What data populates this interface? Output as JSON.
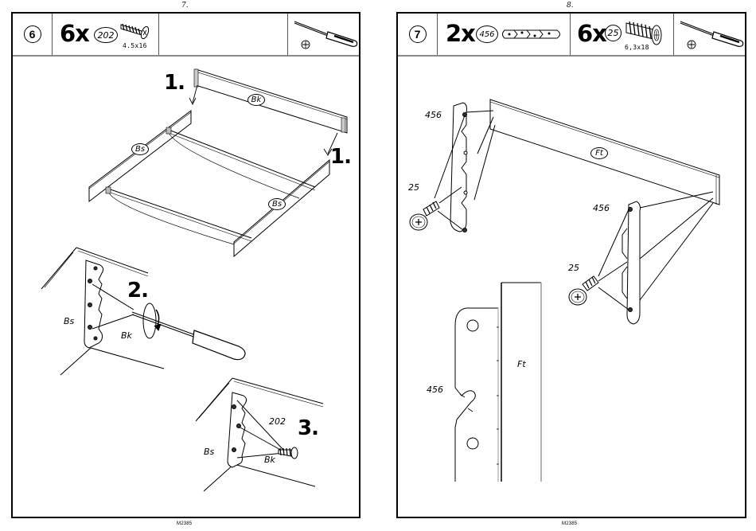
{
  "document": "furniture assembly instructions",
  "pages": [
    {
      "page_number": "7.",
      "footer_code": "M2385",
      "header": {
        "step_number": "6",
        "parts": [
          {
            "quantity": "6x",
            "part_id": "202",
            "part_type": "wood-screw",
            "dimension": "4.5x16"
          }
        ],
        "tool": {
          "name": "phillips-screwdriver",
          "bit": "phillips-cross"
        }
      },
      "illustrations": {
        "frame": {
          "labels": {
            "back_panel": "Bk",
            "side_panel_left": "Bs",
            "side_panel_right": "Bs"
          },
          "substep_markers": [
            "1.",
            "1."
          ]
        },
        "detail_2": {
          "substep": "2.",
          "labels": {
            "side": "Bs",
            "back": "Bk"
          },
          "action": "rotate-clockwise"
        },
        "detail_3": {
          "substep": "3.",
          "labels": {
            "side": "Bs",
            "back": "Bk",
            "part": "202"
          }
        }
      }
    },
    {
      "page_number": "8.",
      "footer_code": "M2385",
      "header": {
        "step_number": "7",
        "parts": [
          {
            "quantity": "2x",
            "part_id": "456",
            "part_type": "bed-bracket",
            "dimension": ""
          },
          {
            "quantity": "6x",
            "part_id": "25",
            "part_type": "screw",
            "dimension": "6,3x18"
          }
        ],
        "tool": {
          "name": "phillips-screwdriver",
          "bit": "phillips-cross"
        }
      },
      "illustrations": {
        "main": {
          "labels": {
            "panel": "Ft",
            "bracket_left": "456",
            "screw_left": "25",
            "bracket_right": "456",
            "screw_right": "25"
          }
        },
        "detail": {
          "labels": {
            "bracket": "456",
            "panel": "Ft"
          }
        }
      }
    }
  ]
}
